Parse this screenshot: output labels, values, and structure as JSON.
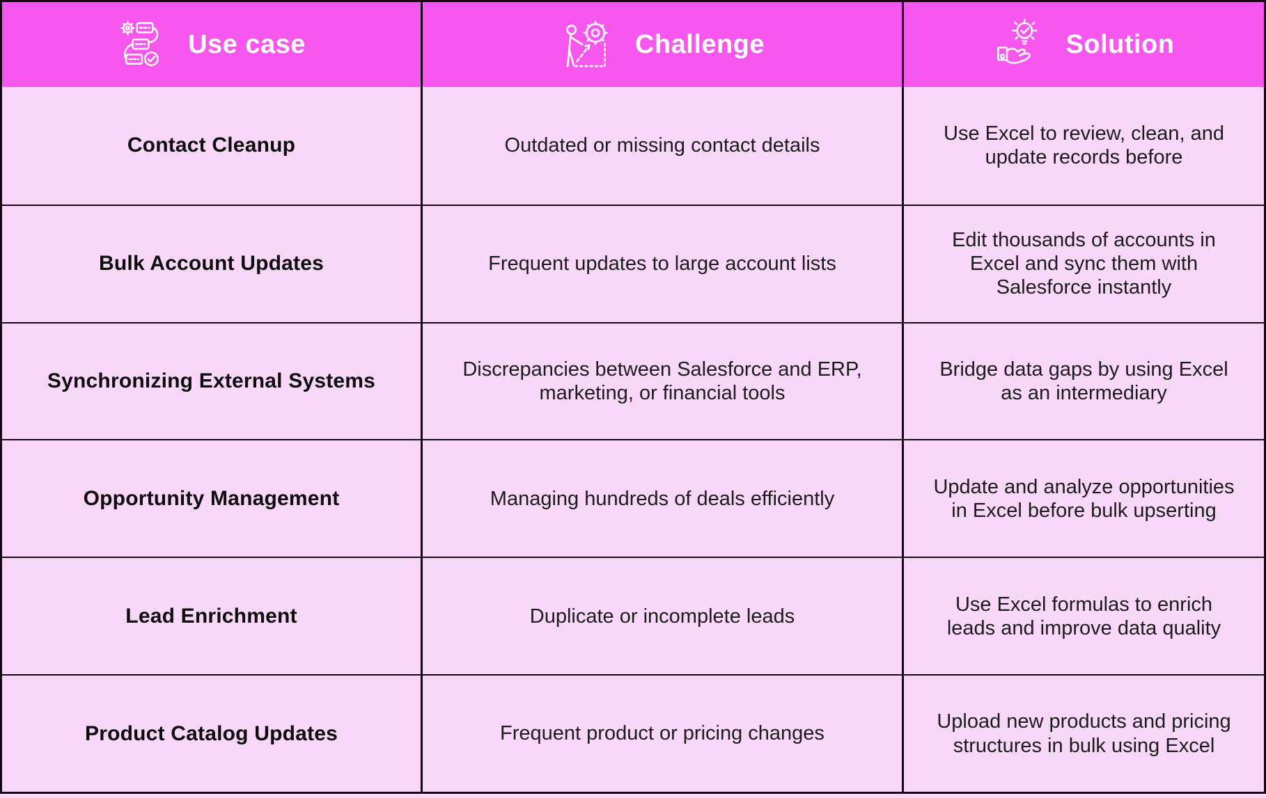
{
  "colors": {
    "header_bg": "#f857ee",
    "body_bg": "#f9d7f8",
    "border": "#150315",
    "header_text": "#ffffff",
    "body_text": "#1b1b1b"
  },
  "table": {
    "columns": [
      {
        "label": "Use case",
        "icon": "workflow-checklist-icon"
      },
      {
        "label": "Challenge",
        "icon": "person-climbing-gear-icon"
      },
      {
        "label": "Solution",
        "icon": "hand-holding-lightbulb-icon"
      }
    ],
    "rows": [
      {
        "use_case": "Contact Cleanup",
        "challenge": "Outdated or missing contact details",
        "solution": "Use Excel to review, clean, and update records before"
      },
      {
        "use_case": "Bulk Account Updates",
        "challenge": "Frequent updates to large account lists",
        "solution": "Edit thousands of accounts in Excel and sync them with Salesforce instantly"
      },
      {
        "use_case": "Synchronizing External Systems",
        "challenge": "Discrepancies between Salesforce and ERP, marketing, or financial tools",
        "solution": "Bridge data gaps by using Excel as an intermediary"
      },
      {
        "use_case": "Opportunity Management",
        "challenge": "Managing hundreds of deals efficiently",
        "solution": "Update and analyze opportunities in Excel before bulk upserting"
      },
      {
        "use_case": "Lead Enrichment",
        "challenge": "Duplicate or incomplete leads",
        "solution": "Use Excel formulas to enrich leads and improve data quality"
      },
      {
        "use_case": "Product Catalog Updates",
        "challenge": "Frequent product or pricing changes",
        "solution": "Upload new products and pricing structures in bulk using Excel"
      }
    ]
  },
  "chart_data": {
    "type": "table",
    "title": "",
    "columns": [
      "Use case",
      "Challenge",
      "Solution"
    ],
    "rows": [
      [
        "Contact Cleanup",
        "Outdated or missing contact details",
        "Use Excel to review, clean, and update records before"
      ],
      [
        "Bulk Account Updates",
        "Frequent updates to large account lists",
        "Edit thousands of accounts in Excel and sync them with Salesforce instantly"
      ],
      [
        "Synchronizing External Systems",
        "Discrepancies between Salesforce and ERP, marketing, or financial tools",
        "Bridge data gaps by using Excel as an intermediary"
      ],
      [
        "Opportunity Management",
        "Managing hundreds of deals efficiently",
        "Update and analyze opportunities in Excel before bulk upserting"
      ],
      [
        "Lead Enrichment",
        "Duplicate or incomplete leads",
        "Use Excel formulas to enrich leads and improve data quality"
      ],
      [
        "Product Catalog Updates",
        "Frequent product or pricing changes",
        "Upload new products and pricing structures in bulk using Excel"
      ]
    ]
  }
}
